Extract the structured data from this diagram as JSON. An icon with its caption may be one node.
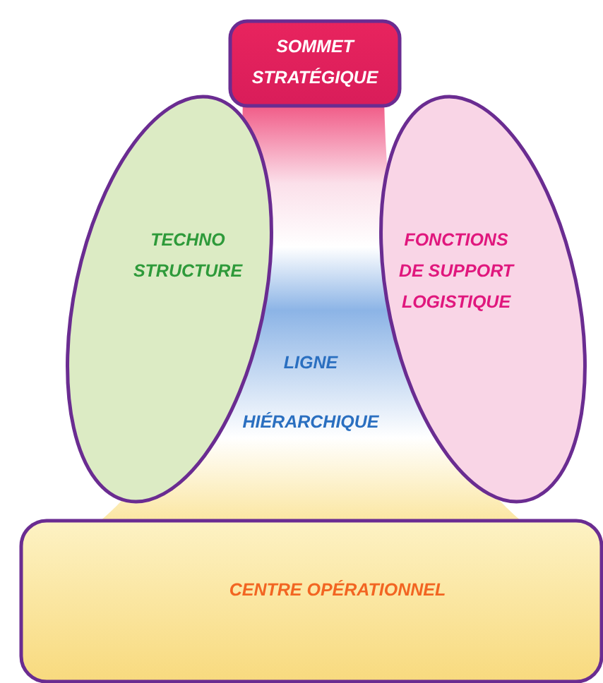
{
  "diagram": {
    "nodes": [
      {
        "text": [
          "SOMMET STRATÉGIQUE"
        ]
      },
      {
        "text": [
          "TECHNO STRUCTURE"
        ]
      },
      {
        "text": [
          "FONCTIONS DE SUPPORT LOGISTIQUE"
        ]
      },
      {
        "text": [
          "LIGNE HIÉRARCHIQUE"
        ]
      },
      {
        "text": [
          "CENTRE OPÉRATIONNEL"
        ]
      }
    ]
  }
}
